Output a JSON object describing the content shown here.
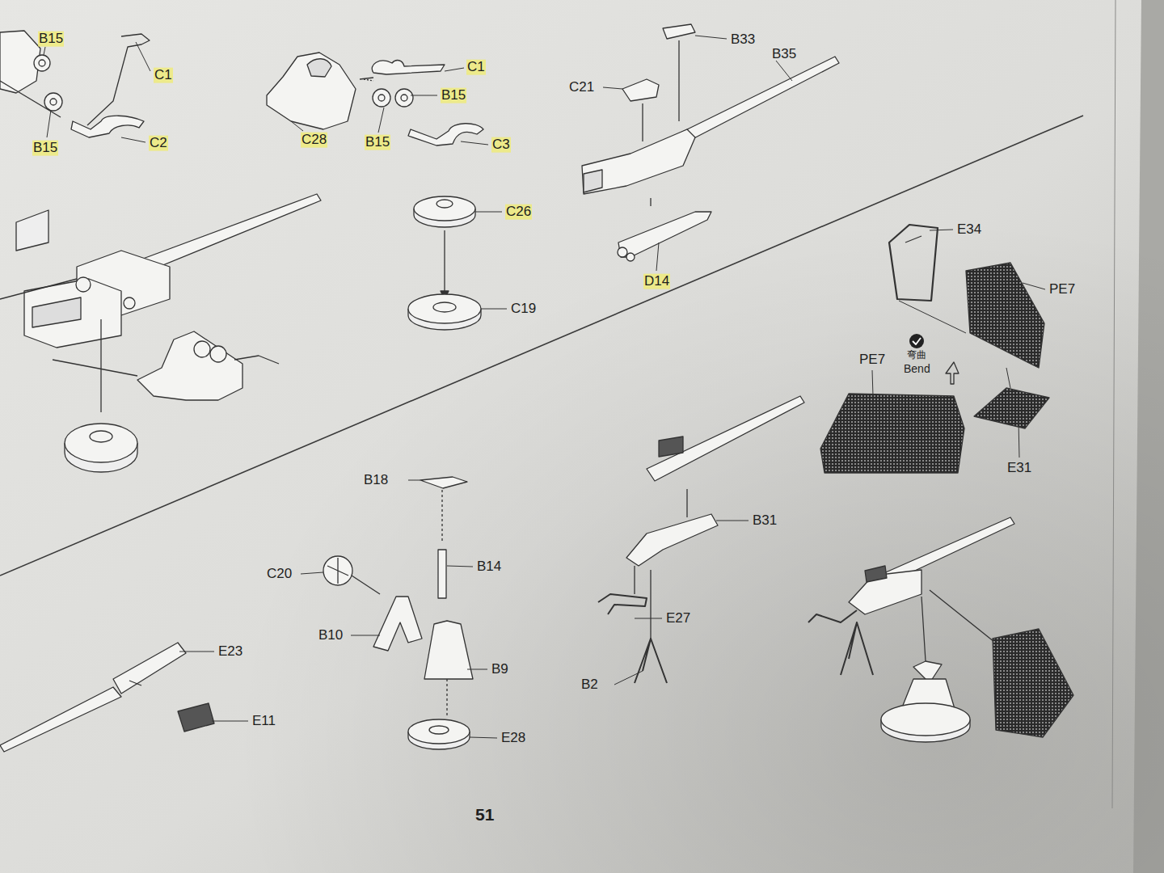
{
  "diagram": {
    "labels": [
      "B15",
      "C1",
      "B15",
      "C2",
      "C1",
      "B15",
      "C28",
      "B15",
      "C3",
      "C26",
      "C19",
      "B33",
      "B35",
      "C21",
      "D14",
      "E34",
      "PE7",
      "弯曲",
      "Bend",
      "PE7",
      "E31",
      "B18",
      "B14",
      "C20",
      "B10",
      "B9",
      "E28",
      "B31",
      "E27",
      "B2",
      "E23",
      "E11",
      "51"
    ]
  }
}
